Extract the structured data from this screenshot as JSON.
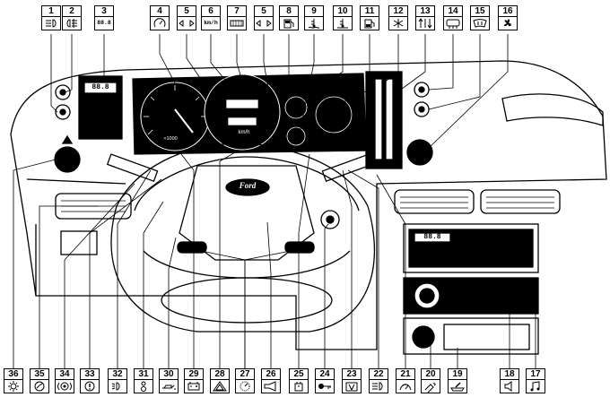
{
  "top_keys": [
    {
      "num": "1",
      "icon": "front-fog-lamp-icon"
    },
    {
      "num": "2",
      "icon": "rear-fog-lamp-icon"
    },
    {
      "num": "3",
      "icon": "digital-display-icon",
      "text": "88.8"
    },
    {
      "num": "4",
      "icon": "rpm-gauge-icon"
    },
    {
      "num": "5",
      "icon": "turn-signal-icon"
    },
    {
      "num": "6",
      "icon": "speedometer-icon",
      "text": "km/h"
    },
    {
      "num": "7",
      "icon": "odometer-icon"
    },
    {
      "num": "5",
      "icon": "turn-signal-icon"
    },
    {
      "num": "8",
      "icon": "fuel-gauge-icon"
    },
    {
      "num": "9",
      "icon": "coolant-temperature-icon"
    },
    {
      "num": "10",
      "icon": "oil-temperature-icon"
    },
    {
      "num": "11",
      "icon": "fuel-reserve-icon"
    },
    {
      "num": "12",
      "icon": "heater-icon"
    },
    {
      "num": "13",
      "icon": "air-distribution-icon"
    },
    {
      "num": "14",
      "icon": "rear-window-heater-icon"
    },
    {
      "num": "15",
      "icon": "windshield-heater-icon"
    },
    {
      "num": "16",
      "icon": "fan-icon"
    }
  ],
  "bottom_keys": [
    {
      "num": "36",
      "icon": "lighting-switch-icon"
    },
    {
      "num": "35",
      "icon": "brake-warning-icon"
    },
    {
      "num": "34",
      "icon": "brake-system-icon"
    },
    {
      "num": "33",
      "icon": "warning-icon"
    },
    {
      "num": "32",
      "icon": "headlamp-icon"
    },
    {
      "num": "31",
      "icon": "seat-belt-icon"
    },
    {
      "num": "30",
      "icon": "oil-pressure-icon"
    },
    {
      "num": "29",
      "icon": "battery-icon"
    },
    {
      "num": "28",
      "icon": "hazard-icon"
    },
    {
      "num": "27",
      "icon": "wiper-icon"
    },
    {
      "num": "26",
      "icon": "horn-icon"
    },
    {
      "num": "25",
      "icon": "cigarette-lighter-icon"
    },
    {
      "num": "24",
      "icon": "ignition-key-icon"
    },
    {
      "num": "23",
      "icon": "rear-wiper-icon"
    },
    {
      "num": "22",
      "icon": "main-beam-icon"
    },
    {
      "num": "21",
      "icon": "washer-icon"
    },
    {
      "num": "20",
      "icon": "lighter-socket-icon"
    },
    {
      "num": "19",
      "icon": "ashtray-icon"
    },
    {
      "num": "18",
      "icon": "speaker-balance-icon"
    },
    {
      "num": "17",
      "icon": "audio-tone-icon"
    }
  ],
  "diagram": {
    "brand_logo": "Ford",
    "speedo_unit": "km/h",
    "rpm_unit": "×1000",
    "radio_display": "88.8",
    "clock_display": "88.8"
  }
}
